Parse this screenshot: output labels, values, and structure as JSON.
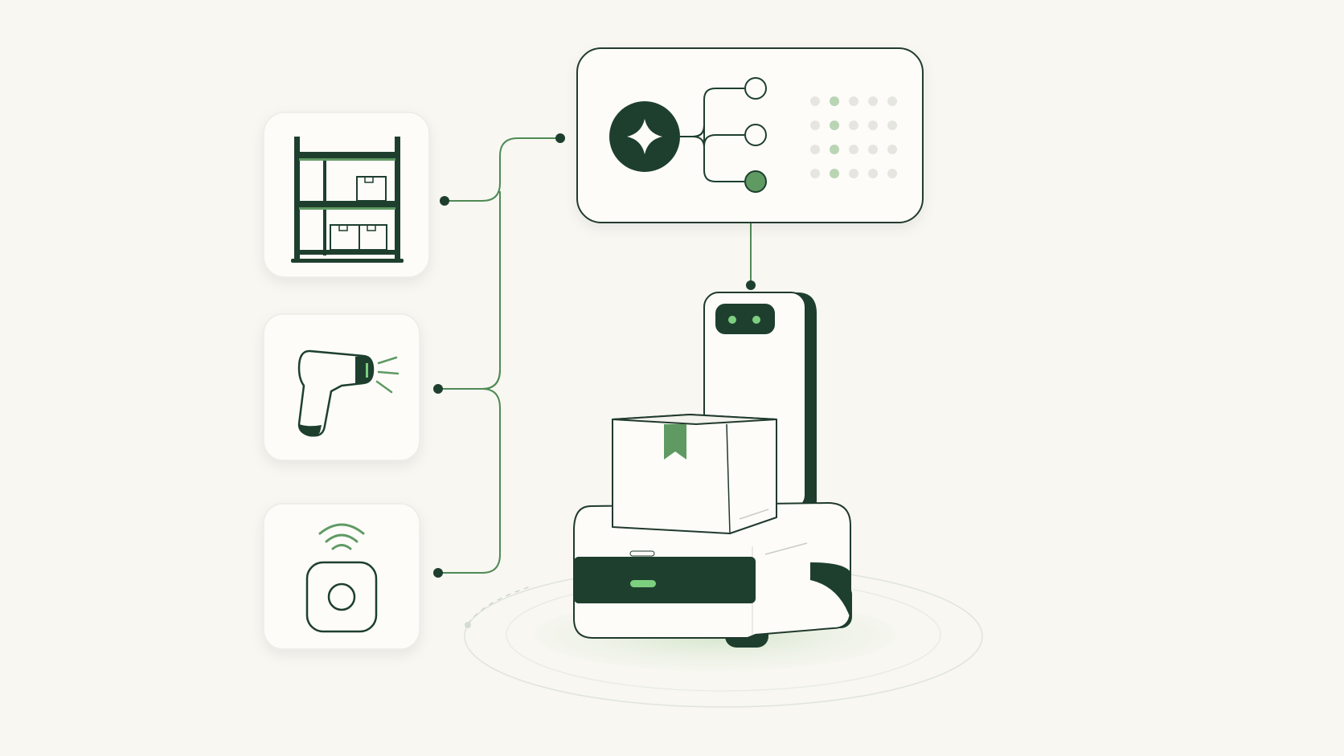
{
  "palette": {
    "background": "#f8f7f2",
    "card": "#fdfcf9",
    "dark_green": "#1e3f2e",
    "accent_green": "#5f9a63",
    "bright_green": "#7ccf7f",
    "line_green": "#4f8a55",
    "outline": "#203a2d",
    "dot_grey": "#e6e6e0",
    "dot_green": "#b9d5b4"
  },
  "diagram": {
    "input_cards": [
      {
        "id": "shelf",
        "icon": "warehouse-shelf-icon"
      },
      {
        "id": "scanner",
        "icon": "barcode-scanner-icon"
      },
      {
        "id": "sensor",
        "icon": "wireless-sensor-icon"
      }
    ],
    "hub": {
      "core_icon": "sparkle-icon",
      "branch_nodes": [
        {
          "filled": false
        },
        {
          "filled": false
        },
        {
          "filled": true
        }
      ],
      "indicator_grid": {
        "rows": 4,
        "cols": 5,
        "highlighted": [
          [
            0,
            1
          ],
          [
            1,
            1
          ],
          [
            2,
            1
          ],
          [
            3,
            1
          ]
        ]
      }
    },
    "robot": {
      "icon": "delivery-robot-icon",
      "cargo_icon": "package-box-icon",
      "eyes_color": "#7ccf7f",
      "status_light_color": "#7ccf7f"
    }
  }
}
